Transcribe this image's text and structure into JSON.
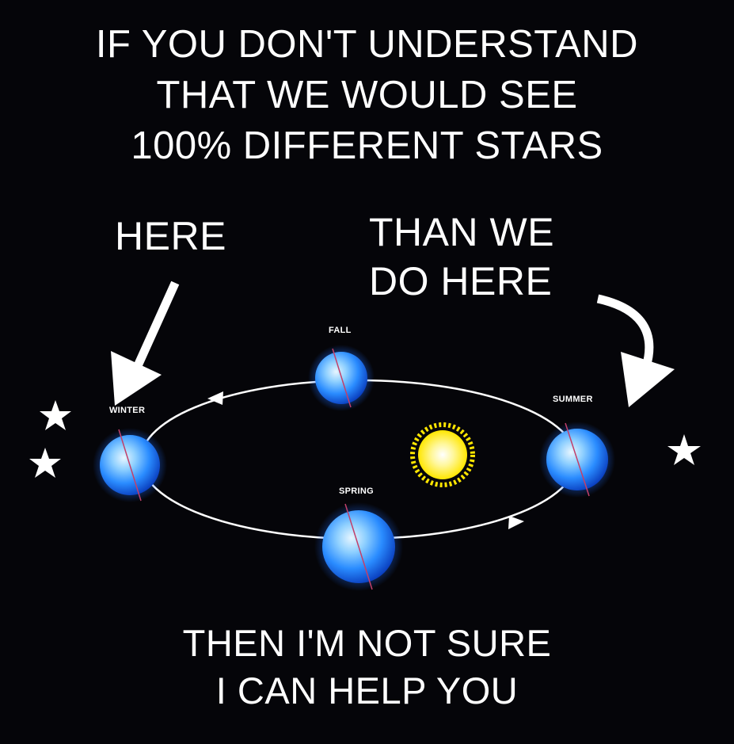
{
  "headline": {
    "line1": "IF YOU DON'T UNDERSTAND",
    "line2": "THAT WE WOULD SEE",
    "line3": "100% DIFFERENT STARS"
  },
  "labels": {
    "here": "HERE",
    "than_line1": "THAN WE",
    "than_line2": "DO HERE"
  },
  "seasons": {
    "fall": "FALL",
    "winter": "WINTER",
    "summer": "SUMMER",
    "spring": "SPRING"
  },
  "footer": {
    "line1": "THEN I'M NOT SURE",
    "line2": "I CAN HELP YOU"
  },
  "colors": {
    "background": "#050509",
    "text": "#ffffff",
    "earth": "#2a8cff",
    "sun": "#ffe600"
  }
}
